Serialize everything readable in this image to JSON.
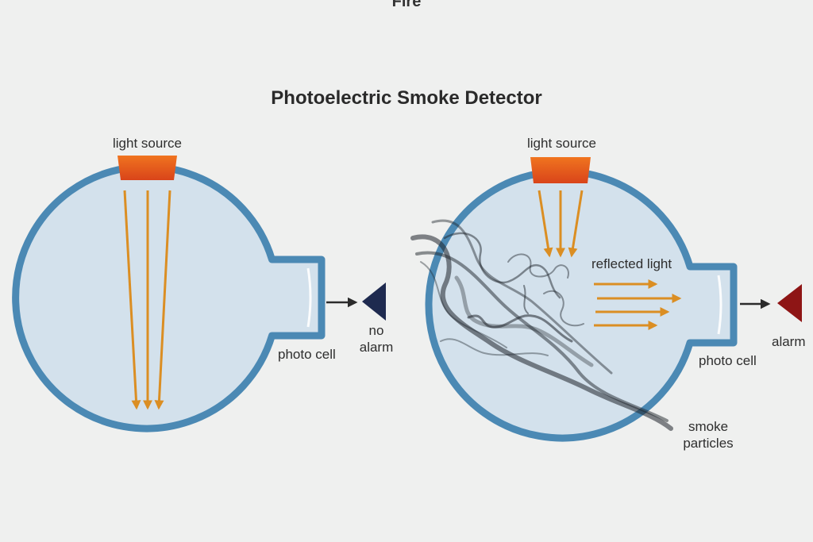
{
  "header": {
    "top_fragment": "Fire",
    "title": "Photoelectric Smoke Detector"
  },
  "left_panel": {
    "light_source_label": "light source",
    "photo_cell_label": "photo cell",
    "status_label_line1": "no",
    "status_label_line2": "alarm",
    "indicator_color": "#1e2a4f"
  },
  "right_panel": {
    "light_source_label": "light source",
    "reflected_light_label": "reflected light",
    "photo_cell_label": "photo cell",
    "status_label": "alarm",
    "smoke_label_line1": "smoke",
    "smoke_label_line2": "particles",
    "indicator_color": "#8e1515"
  },
  "colors": {
    "chamber_stroke": "#4b89b4",
    "chamber_fill": "#d3e1ec",
    "light_beam": "#db8e23",
    "light_source": "#e4571b",
    "smoke": "#1f252c"
  }
}
